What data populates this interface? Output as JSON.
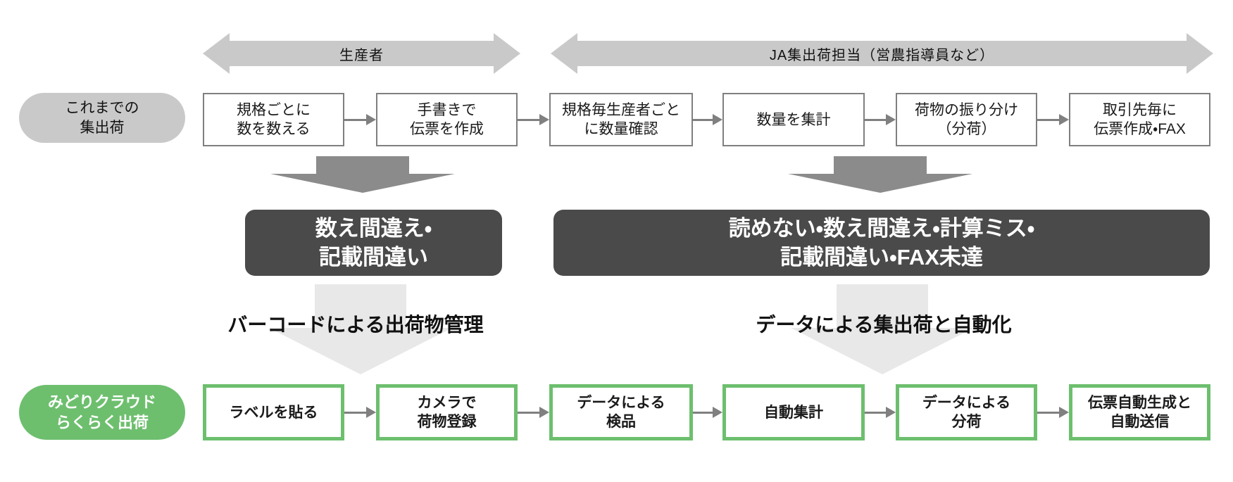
{
  "bands": [
    {
      "label": "生産者"
    },
    {
      "label": "JA集出荷担当（営農指導員など）"
    }
  ],
  "rows": [
    {
      "pill_label": "これまでの\n集出荷",
      "steps": [
        {
          "label": "規格ごとに\n数を数える"
        },
        {
          "label": "手書きで\n伝票を作成"
        },
        {
          "label": "規格毎生産者ごと\nに数量確認"
        },
        {
          "label": "数量を集計"
        },
        {
          "label": "荷物の振り分け\n（分荷）"
        },
        {
          "label": "取引先毎に\n伝票作成・FAX"
        }
      ]
    },
    {
      "pill_label": "みどりクラウド\nらくらく出荷",
      "steps": [
        {
          "label": "ラベルを貼る"
        },
        {
          "label": "カメラで\n荷物登録"
        },
        {
          "label": "データによる\n検品"
        },
        {
          "label": "自動集計"
        },
        {
          "label": "データによる\n分荷"
        },
        {
          "label": "伝票自動生成と\n自動送信"
        }
      ]
    }
  ],
  "problem_boxes": [
    {
      "text": "数え間違え・\n記載間違い"
    },
    {
      "text": "読めない・数え間違え・計算ミス・\n記載間違い・FAX未達"
    }
  ],
  "solution_labels": [
    {
      "text": "バーコードによる出荷物管理"
    },
    {
      "text": "データによる集出荷と自動化"
    }
  ],
  "palette": {
    "band_gray": "#c9c9c9",
    "box_border_gray": "#7f7f7f",
    "connector_gray": "#808080",
    "fat_arrow_gray": "#8b8b8b",
    "problem_dark_gray": "#4a4a4a",
    "pale_arrow_gray": "#e8e8e8",
    "brand_green": "#6dbf6e"
  }
}
